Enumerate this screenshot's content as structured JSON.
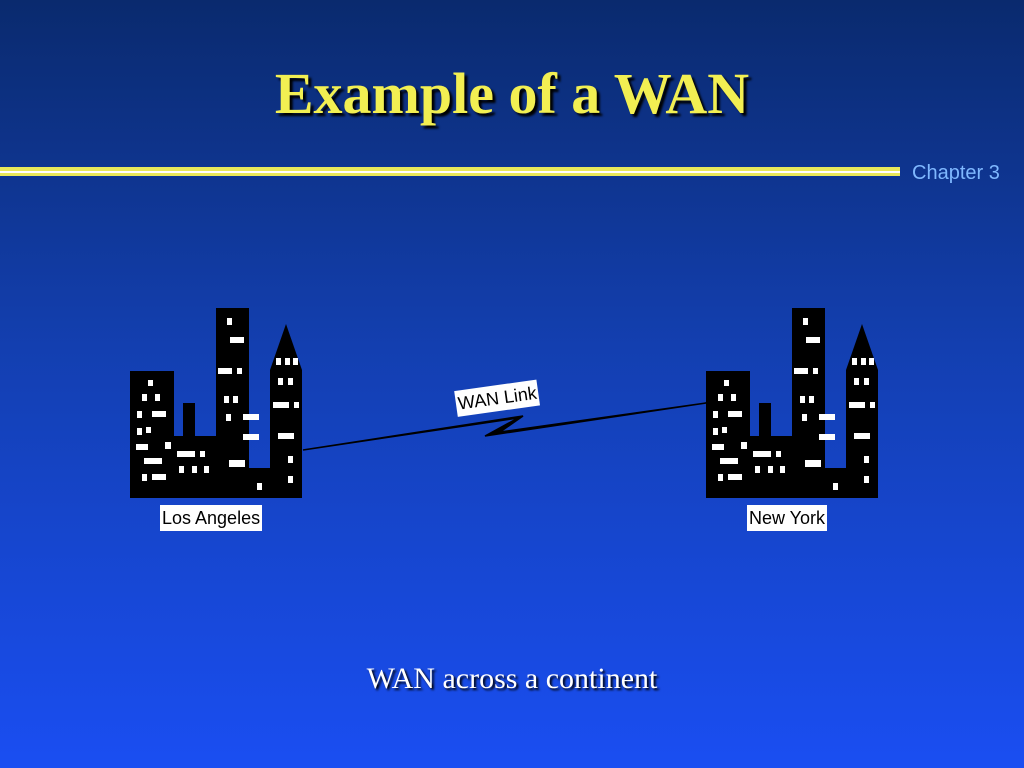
{
  "slide": {
    "title": "Example of a WAN",
    "chapter": "Chapter 3",
    "caption": "WAN across a continent"
  },
  "diagram": {
    "nodes": [
      {
        "id": "la",
        "label": "Los Angeles",
        "icon": "city-skyline-icon"
      },
      {
        "id": "ny",
        "label": "New York",
        "icon": "city-skyline-icon"
      }
    ],
    "link": {
      "label": "WAN Link",
      "icon": "lightning-link-icon"
    }
  },
  "colors": {
    "title": "#f2ef52",
    "rule": "#e8e85a",
    "chapter": "#7fb8ff",
    "background_top": "#0a2a6e",
    "background_bottom": "#1a4ef2"
  }
}
